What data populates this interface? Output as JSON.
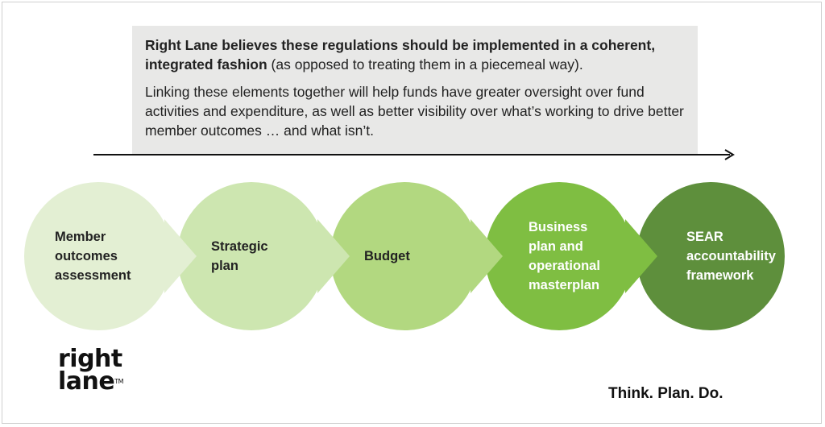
{
  "callout": {
    "lead": "Right Lane believes these regulations should be implemented in a coherent, integrated fashion",
    "tail": " (as opposed to treating them in a piecemeal way).",
    "body": "Linking these elements together will help funds have greater oversight over fund activities and expenditure, as well as better visibility over what’s working to drive better member outcomes … and what isn’t."
  },
  "stages": [
    {
      "label_lines": [
        "Member",
        "outcomes",
        "assessment"
      ],
      "color": "#e3efd3",
      "text_color": "#222222"
    },
    {
      "label_lines": [
        "Strategic",
        "plan"
      ],
      "color": "#cde6b0",
      "text_color": "#222222"
    },
    {
      "label_lines": [
        "Budget"
      ],
      "color": "#b2d880",
      "text_color": "#222222"
    },
    {
      "label_lines": [
        "Business",
        "plan and",
        "operational",
        "masterplan"
      ],
      "color": "#7fbe42",
      "text_color": "#ffffff"
    },
    {
      "label_lines": [
        "SEAR",
        "accountability",
        "framework"
      ],
      "color": "#5e8f3c",
      "text_color": "#ffffff"
    }
  ],
  "logo": {
    "line1": "right",
    "line2": "lane",
    "tm": "TM"
  },
  "tagline": "Think. Plan. Do."
}
